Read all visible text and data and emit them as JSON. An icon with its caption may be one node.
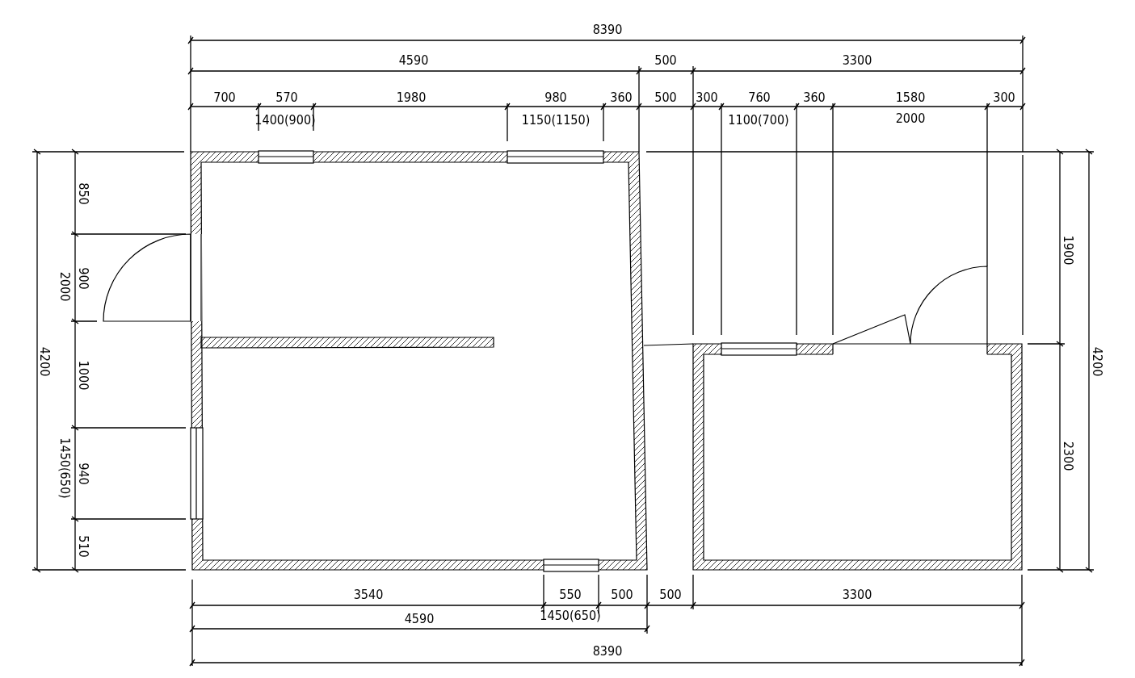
{
  "diagram": {
    "labels": [
      "8390",
      "4590",
      "500",
      "3300",
      "700",
      "570",
      "1980",
      "980",
      "360",
      "500",
      "300",
      "760",
      "360",
      "1580",
      "300",
      "1400(900)",
      "1150(1150)",
      "1100(700)",
      "2000",
      "850",
      "2000",
      "900",
      "4200",
      "1000",
      "1450(650)",
      "940",
      "510",
      "1900",
      "4200",
      "2300",
      "3540",
      "550",
      "500",
      "500",
      "3300",
      "4590",
      "1450(650)",
      "8390"
    ]
  }
}
